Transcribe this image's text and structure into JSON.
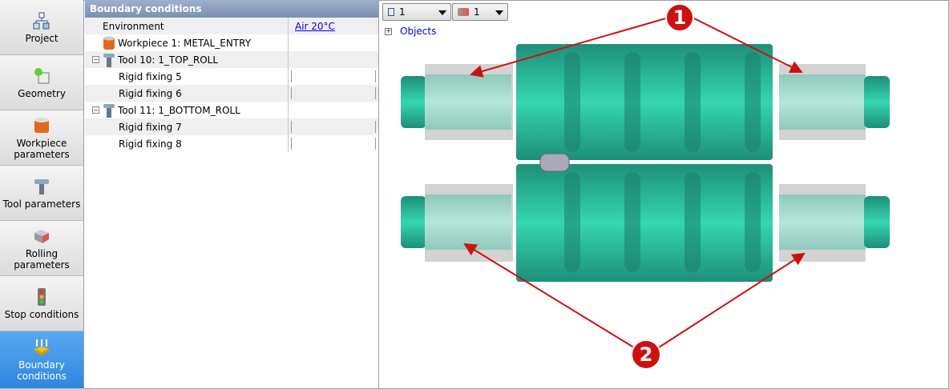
{
  "sidebar": {
    "items": [
      {
        "label": "Project",
        "icon": "project-icon"
      },
      {
        "label": "Geometry",
        "icon": "geometry-icon"
      },
      {
        "label": "Workpiece parameters",
        "icon": "workpiece-icon"
      },
      {
        "label": "Tool parameters",
        "icon": "tool-icon"
      },
      {
        "label": "Rolling parameters",
        "icon": "rolling-icon"
      },
      {
        "label": "Stop conditions",
        "icon": "traffic-light-icon"
      },
      {
        "label": "Boundary conditions",
        "icon": "boundary-icon",
        "selected": true
      }
    ]
  },
  "panel": {
    "title": "Boundary conditions",
    "rows": [
      {
        "label": "Environment",
        "value": "Air 20°C"
      },
      {
        "label": "Workpiece 1: METAL_ENTRY"
      },
      {
        "label": "Tool 10: 1_TOP_ROLL"
      },
      {
        "label": "Rigid fixing 5"
      },
      {
        "label": "Rigid fixing 6"
      },
      {
        "label": "Tool 11: 1_BOTTOM_ROLL"
      },
      {
        "label": "Rigid fixing 7"
      },
      {
        "label": "Rigid fixing 8"
      }
    ]
  },
  "view": {
    "dropdown1": "1",
    "dropdown2": "1",
    "objects": "Objects",
    "callouts": [
      "1",
      "2"
    ]
  },
  "colors": {
    "roll": "#2ab596",
    "bearing": "#a9dccf",
    "callout": "#cc1111",
    "selected": "#3b8fe6"
  }
}
